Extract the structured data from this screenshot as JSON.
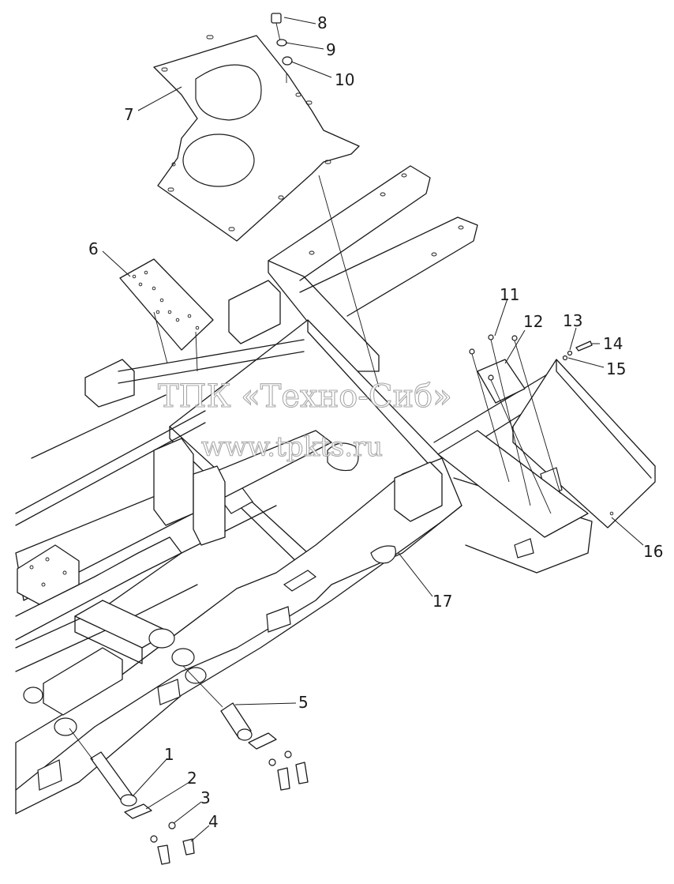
{
  "callouts": {
    "c1": "1",
    "c2": "2",
    "c3": "3",
    "c4": "4",
    "c5": "5",
    "c6": "6",
    "c7": "7",
    "c8": "8",
    "c9": "9",
    "c10": "10",
    "c11": "11",
    "c12": "12",
    "c13": "13",
    "c14": "14",
    "c15": "15",
    "c16": "16",
    "c17": "17"
  },
  "watermark": {
    "line1": "ТПК «Техно-Сиб»",
    "line2": "www.tpkts.ru"
  }
}
